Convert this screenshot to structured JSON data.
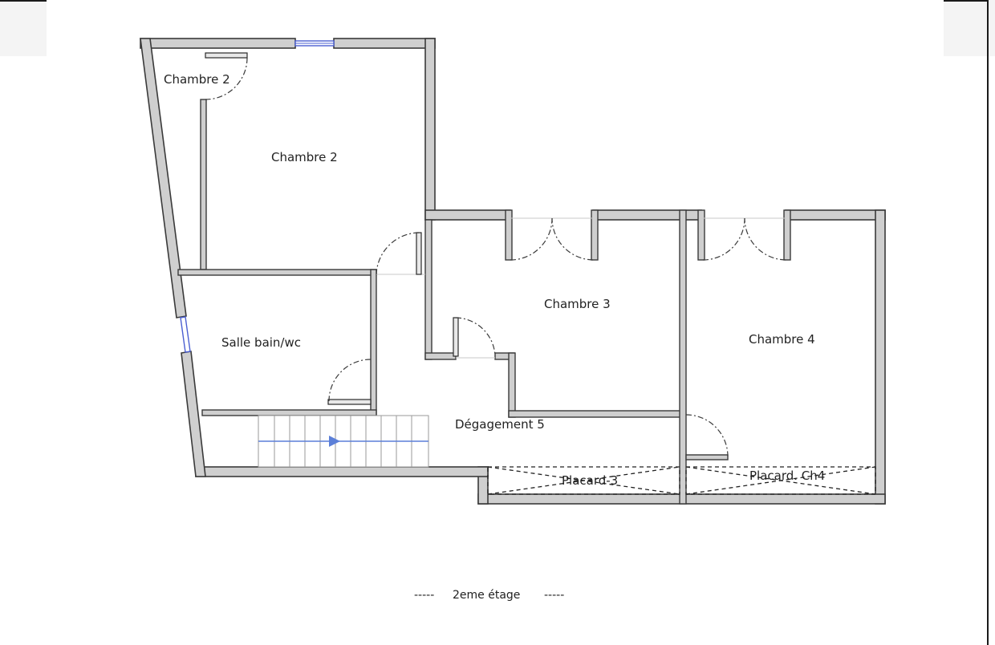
{
  "plan": {
    "rooms": {
      "chambre2_corner": "Chambre 2",
      "chambre2": "Chambre 2",
      "chambre3": "Chambre 3",
      "chambre4": "Chambre 4",
      "salle_bain": "Salle bain/wc",
      "degagement": "Dégagement 5",
      "placard3": "Placard-3",
      "placard_ch4": "Placard. Ch4"
    },
    "caption": {
      "dashes_left": "-----",
      "title": "2eme étage",
      "dashes_right": "-----"
    },
    "colors": {
      "wall_fill": "#cfcfcf",
      "wall_stroke": "#3a3a3a",
      "window": "#4b5fd1",
      "stair_arrow": "#5b7fd8"
    }
  }
}
